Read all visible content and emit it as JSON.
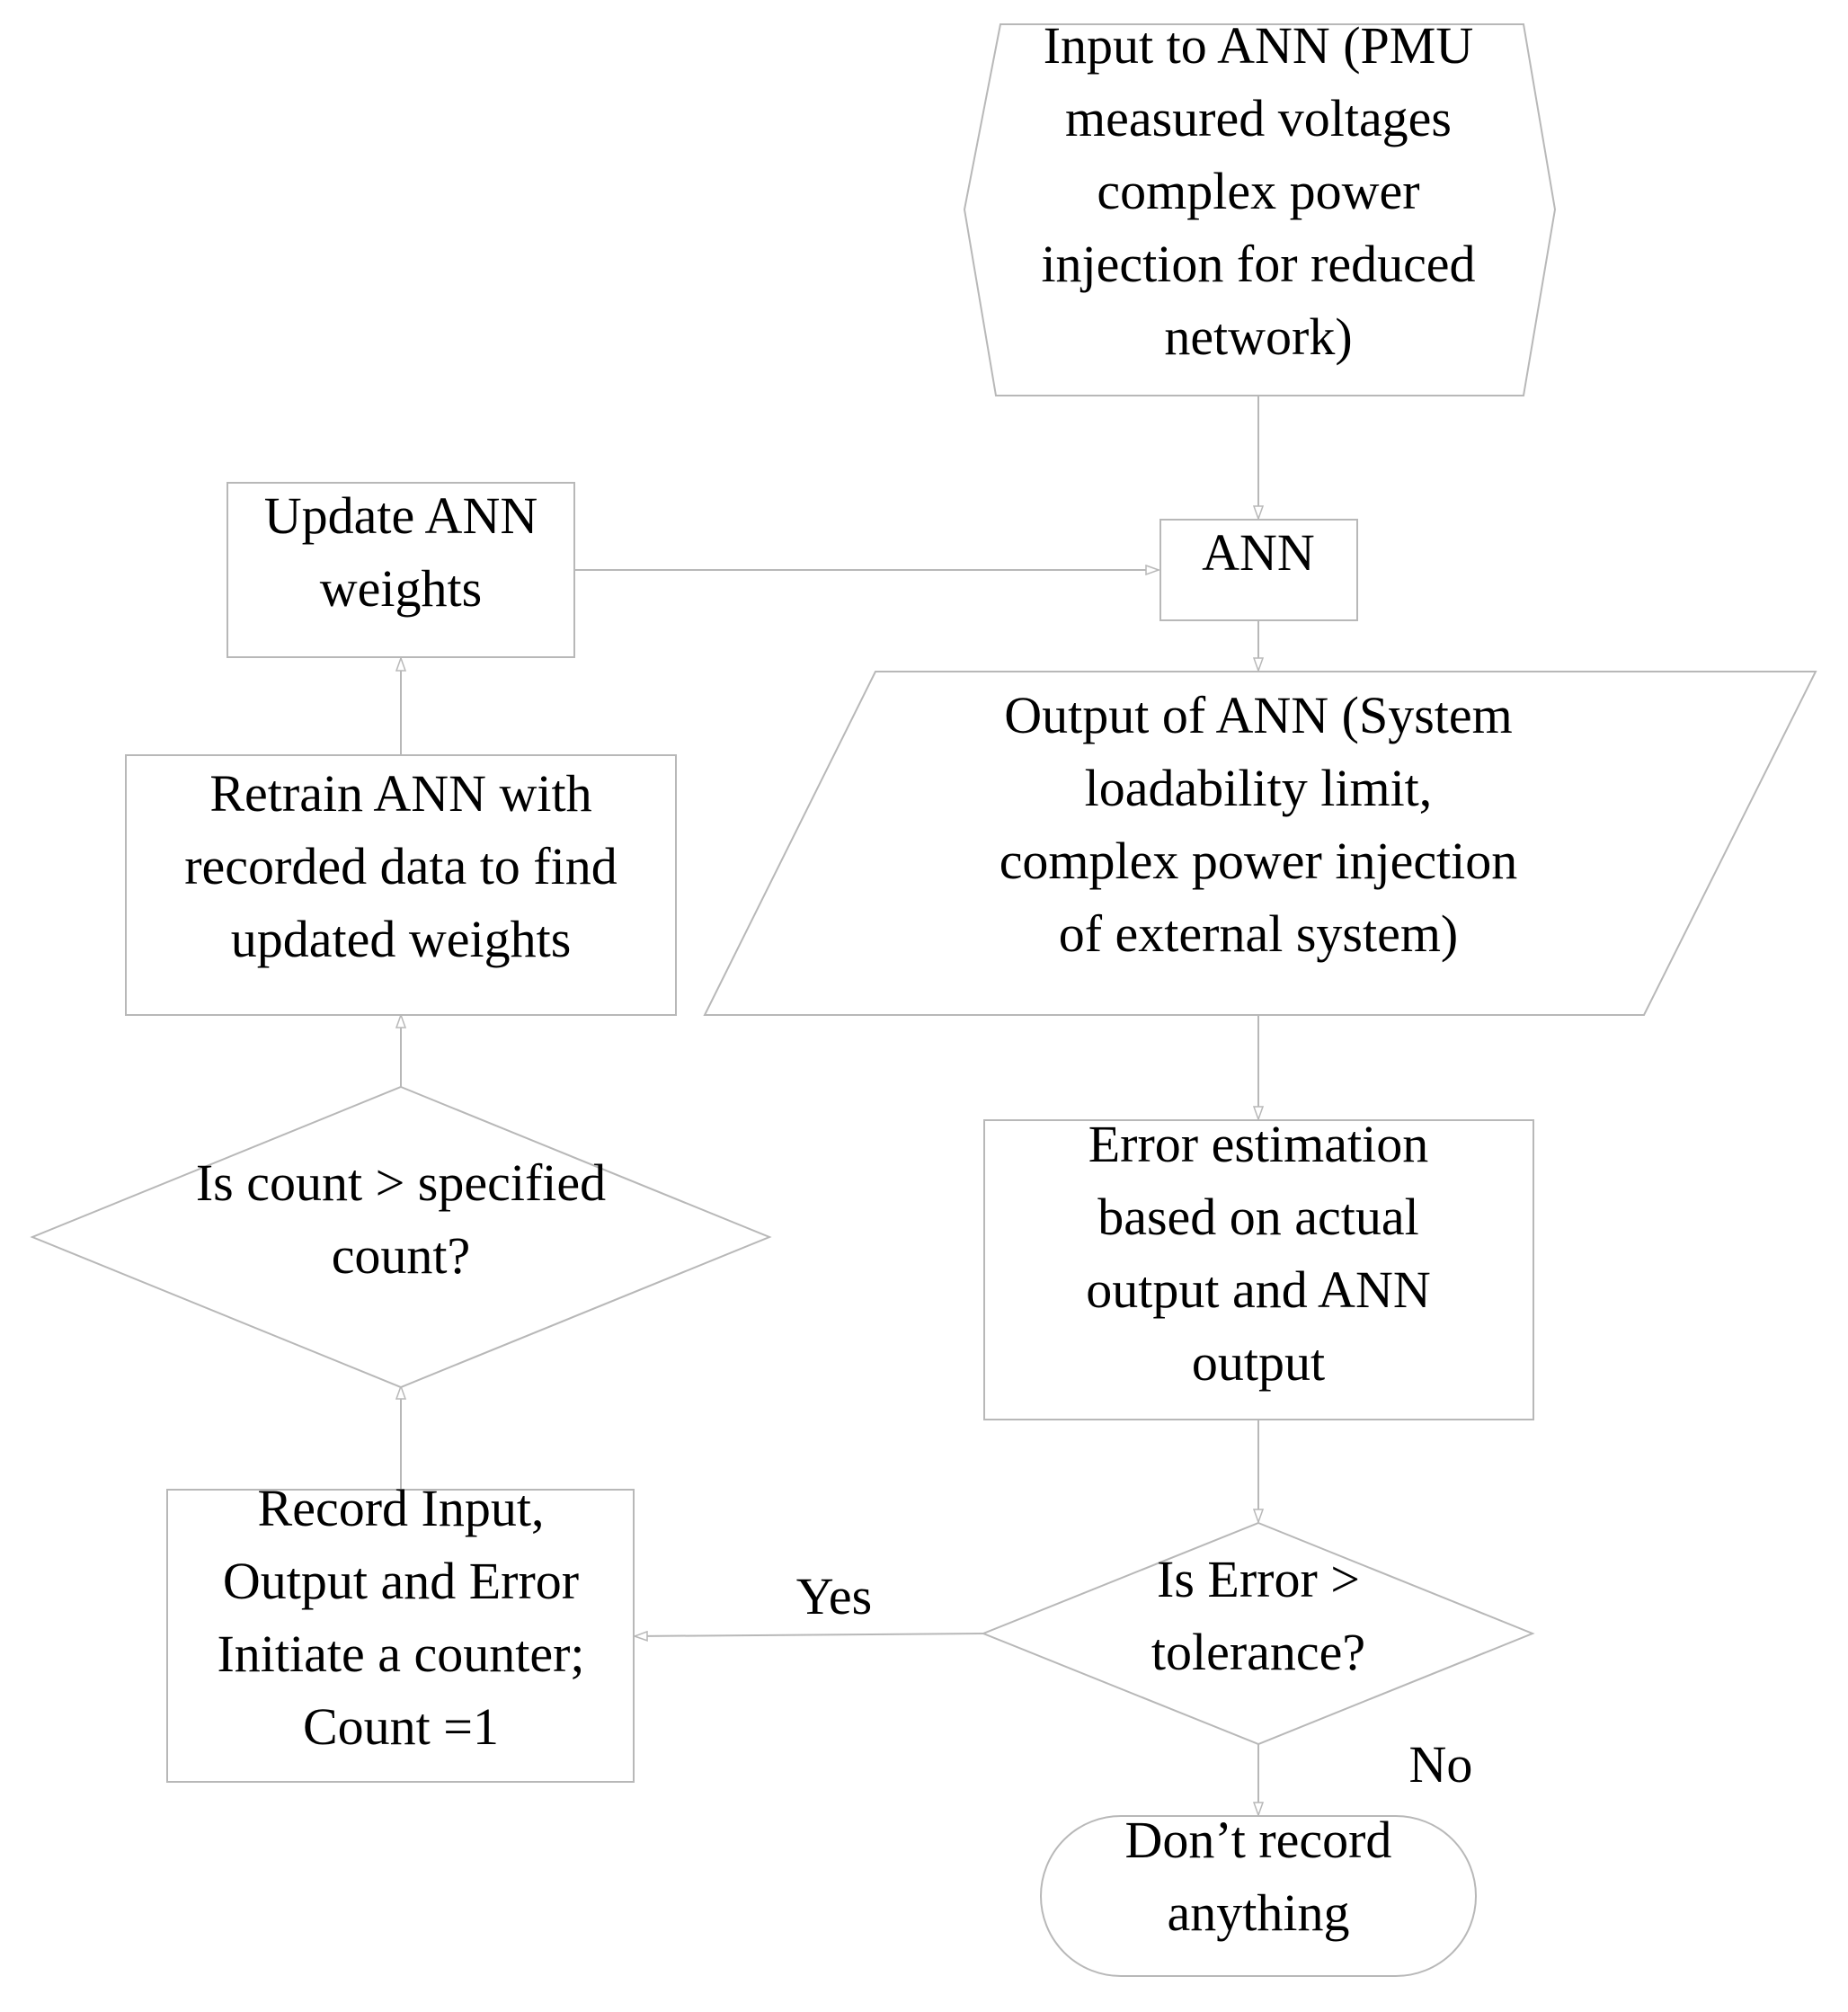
{
  "nodes": {
    "input": {
      "lines": [
        "Input to ANN (PMU",
        "measured voltages",
        "complex power",
        "injection for reduced",
        "network)"
      ]
    },
    "ann": {
      "lines": [
        "ANN"
      ]
    },
    "output": {
      "lines": [
        "Output of ANN (System",
        "loadability limit,",
        "complex power injection",
        "of external system)"
      ]
    },
    "error_estimation": {
      "lines": [
        "Error estimation",
        "based on actual",
        "output and ANN",
        "output"
      ]
    },
    "error_decision": {
      "lines": [
        "Is Error >",
        "tolerance?"
      ]
    },
    "dont_record": {
      "lines": [
        "Don’t record",
        "anything"
      ]
    },
    "record": {
      "lines": [
        "Record Input,",
        "Output and Error",
        "Initiate a counter;",
        "Count =1"
      ]
    },
    "count_decision": {
      "lines": [
        "Is count > specified",
        "count?"
      ]
    },
    "retrain": {
      "lines": [
        "Retrain ANN with",
        "recorded data to find",
        "updated weights"
      ]
    },
    "update": {
      "lines": [
        "Update ANN",
        "weights"
      ]
    }
  },
  "branch_labels": {
    "yes": "Yes",
    "no": "No"
  }
}
